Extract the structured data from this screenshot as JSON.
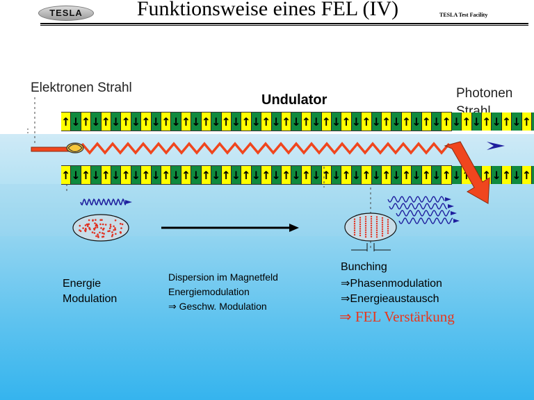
{
  "header": {
    "logo_text": "TESLA",
    "title": "Funktionsweise eines FEL (IV)",
    "facility": "TESLA Test Facility"
  },
  "diagram": {
    "electron_beam_label": "Elektronen Strahl",
    "undulator_label": "Undulator",
    "photon_beam_label_line1": "Photonen",
    "photon_beam_label_line2": "Strahl",
    "magnets_top": [
      "↑",
      "↓",
      "↑",
      "↓",
      "↑",
      "↓",
      "↑",
      "↓",
      "↑",
      "↓",
      "↑",
      "↓",
      "↑",
      "↓",
      "↑",
      "↓",
      "↑",
      "↓",
      "↑",
      "↓",
      "↑",
      "↓",
      "↑",
      "↓",
      "↑",
      "↓",
      "↑",
      "↓",
      "↑",
      "↓",
      "↑",
      "↓",
      "↑",
      "↓",
      "↑",
      "↓",
      "↑",
      "↓",
      "↑",
      "↓",
      "↑",
      "↓",
      "↑",
      "↓",
      "↑",
      "↓",
      "↑",
      "↓",
      "↑",
      ""
    ],
    "magnets_bottom": [
      "↑",
      "↓",
      "↑",
      "↓",
      "↑",
      "↓",
      "↑",
      "↓",
      "↑",
      "↓",
      "↑",
      "↓",
      "↑",
      "↓",
      "↑",
      "↓",
      "↑",
      "↓",
      "↑",
      "↓",
      "↑",
      "↓",
      "↑",
      "↓",
      "↑",
      "↓",
      "↑",
      "↓",
      "↑",
      "↓",
      "↑",
      "↓",
      "↑",
      "↓",
      "↑",
      "↓",
      "↑",
      "↓",
      "↑",
      "↓",
      "↑",
      "↓",
      "↑",
      "↓",
      "↑",
      "↓",
      "↑",
      "↓",
      "↑",
      ""
    ],
    "stage1_line1": "Energie",
    "stage1_line2": "Modulation",
    "stage2_line1": "Dispersion im Magnetfeld",
    "stage2_line2": "Energiemodulation",
    "stage2_line3": "⇒ Geschw. Modulation",
    "stage3_line1": "Bunching",
    "stage3_line2": "⇒Phasenmodulation",
    "stage3_line3": "⇒Energieaustausch",
    "result": "⇒ FEL Verstärkung"
  },
  "colors": {
    "magnet_yellow": "#ffff00",
    "magnet_green": "#108a3e",
    "beam": "#f0461e",
    "wave": "#1f1f9e",
    "electron_dots": "#e03020",
    "result_text": "#e8361c"
  }
}
